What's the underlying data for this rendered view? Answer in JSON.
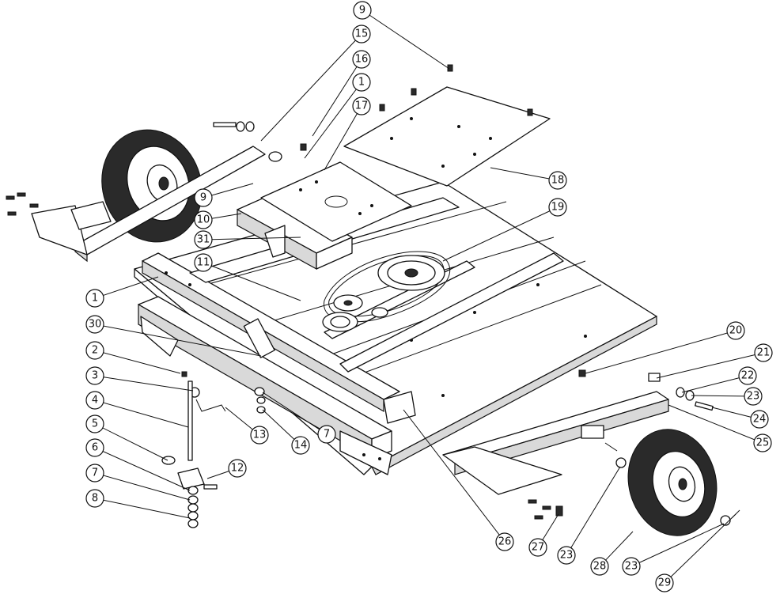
{
  "diagram": {
    "type": "exploded parts diagram",
    "subject": "mower deck frame assembly",
    "callout_labels": [
      "9",
      "15",
      "16",
      "1",
      "17",
      "18",
      "9",
      "10",
      "19",
      "31",
      "11",
      "1",
      "30",
      "2",
      "3",
      "4",
      "5",
      "6",
      "7",
      "8",
      "12",
      "13",
      "14",
      "7",
      "26",
      "20",
      "21",
      "22",
      "23",
      "24",
      "25",
      "27",
      "23",
      "28",
      "23",
      "29"
    ]
  },
  "colors": {
    "line": "#111111",
    "background": "#ffffff",
    "tread": "#2a2a2a"
  }
}
